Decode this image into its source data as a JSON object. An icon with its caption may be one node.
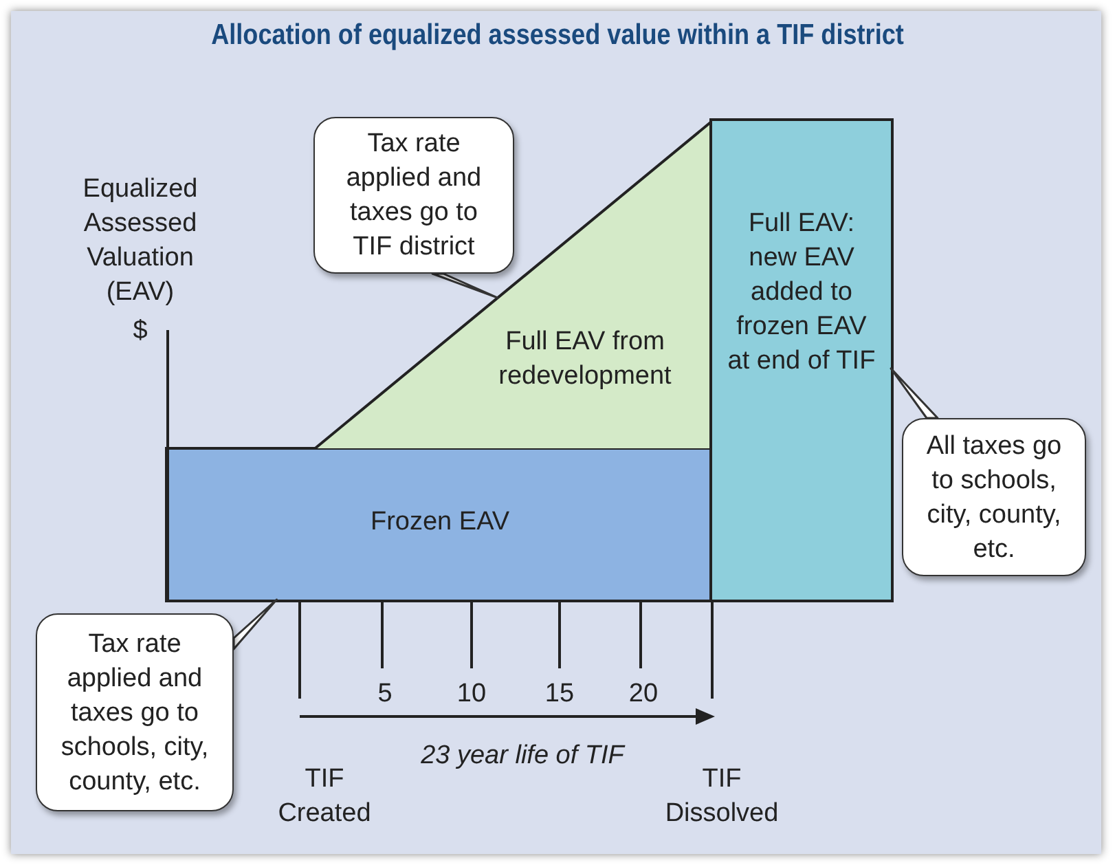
{
  "diagram": {
    "title": "Allocation of equalized assessed value within a TIF district",
    "nodes": [
      {
        "text": [
          "Frozen EAV"
        ]
      },
      {
        "text": [
          "Full EAV from redevelopment"
        ]
      },
      {
        "text": [
          "Full EAV: new EAV added to frozen EAV at end of TIF"
        ]
      },
      {
        "text": [
          "Tax rate applied and taxes go to TIF district"
        ]
      },
      {
        "text": [
          "All taxes go to schools, city, county, etc."
        ]
      },
      {
        "text": [
          "Tax rate applied and taxes go to schools, city, county, etc."
        ]
      }
    ],
    "edges": [
      {
        "from": 3,
        "to": 1,
        "arrow": "none"
      },
      {
        "from": 4,
        "to": 2,
        "arrow": "none"
      },
      {
        "from": 5,
        "to": 0,
        "arrow": "none"
      }
    ],
    "labels": [
      "Equalized Assessed Valuation (EAV)",
      "$",
      "5",
      "10",
      "15",
      "20",
      "23 year life of TIF",
      "TIF Created",
      "TIF Dissolved"
    ]
  }
}
